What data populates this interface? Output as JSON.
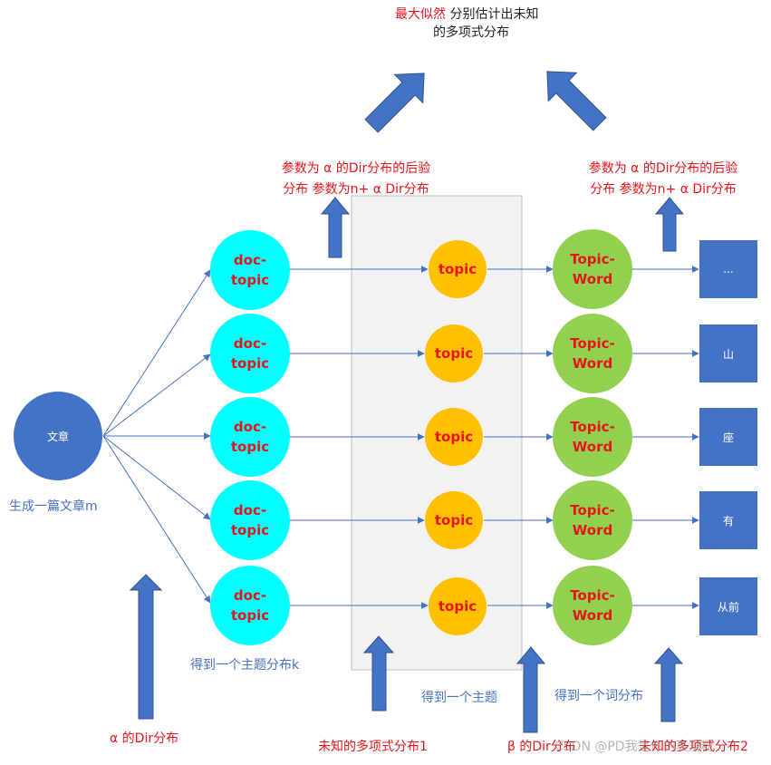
{
  "colors": {
    "doc_topic": "#00ffff",
    "topic": "#ffc000",
    "topic_word": "#92d050",
    "article": "#4472c4",
    "word_box": "#4472c4",
    "arrow": "#4472c4",
    "label_red": "#e8141b",
    "label_blue": "#4472c4",
    "plate": "#f2f2f2"
  },
  "top_title": {
    "red_part": "最大似然",
    "black_part": " 分别估计出未知",
    "line2": "的多项式分布"
  },
  "posterior_left": "参数为 α 的Dir分布的后验\n分布 参数为n+ α Dir分布",
  "posterior_right": "参数为 α 的Dir分布的后验\n分布 参数为n+ α Dir分布",
  "article": {
    "label": "文章",
    "caption": "生成一篇文章m"
  },
  "doc_topic_nodes": [
    "doc-\ntopic",
    "doc-\ntopic",
    "doc-\ntopic",
    "doc-\ntopic",
    "doc-\ntopic"
  ],
  "topic_nodes": [
    "topic",
    "topic",
    "topic",
    "topic",
    "topic"
  ],
  "topic_word_nodes": [
    "Topic-\nWord",
    "Topic-\nWord",
    "Topic-\nWord",
    "Topic-\nWord",
    "Topic-\nWord"
  ],
  "words": [
    "...",
    "山",
    "座",
    "有",
    "从前"
  ],
  "captions": {
    "doc_topic": "得到一个主题分布k",
    "topic": "得到一个主题",
    "word": "得到一个词分布"
  },
  "bottom_labels": {
    "alpha_dir": "α 的Dir分布",
    "unknown_multinomial_1": "未知的多项式分布1",
    "beta_dir": "β 的Dir分布",
    "unknown_multinomial_2": "未知的多项式分布2"
  },
  "watermark": "CSDN @PD我是你的真爱粉",
  "icons": [
    "block-arrow-up",
    "block-arrow-up-left",
    "block-arrow-up-right",
    "arrow-line"
  ]
}
